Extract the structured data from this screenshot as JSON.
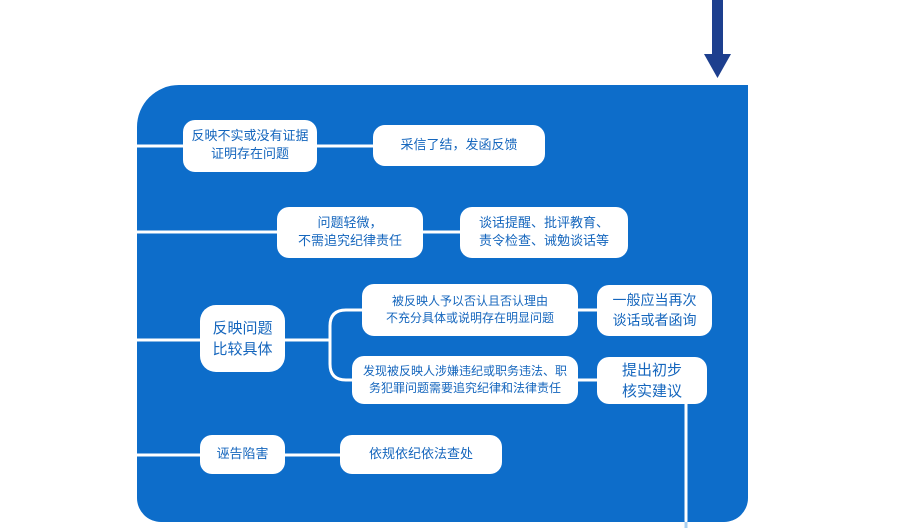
{
  "colors": {
    "panel": "#0d6dca",
    "arrow": "#1d3f8e",
    "box_text": "#1566bd",
    "connector": "#ffffff"
  },
  "nodes": {
    "unfounded": {
      "line1": "反映不实或没有证据",
      "line2": "证明存在问题"
    },
    "close_case": {
      "line1": "采信了结，发函反馈"
    },
    "minor_issue": {
      "line1": "问题轻微，",
      "line2": "不需追究纪律责任"
    },
    "minor_actions": {
      "line1": "谈话提醒、批评教育、",
      "line2": "责令检查、诫勉谈话等"
    },
    "specific_issue": {
      "line1": "反映问题",
      "line2": "比较具体"
    },
    "denial_insufficient": {
      "line1": "被反映人予以否认且否认理由",
      "line2": "不充分具体或说明存在明显问题"
    },
    "second_inquiry": {
      "line1": "一般应当再次",
      "line2": "谈话或者函询"
    },
    "suspected_violation": {
      "line1": "发现被反映人涉嫌违纪或职务违法、职",
      "line2": "务犯罪问题需要追究纪律和法律责任"
    },
    "preliminary_verification": {
      "line1": "提出初步",
      "line2": "核实建议"
    },
    "false_accusation": {
      "line1": "诬告陷害"
    },
    "investigate": {
      "line1": "依规依纪依法查处"
    }
  }
}
